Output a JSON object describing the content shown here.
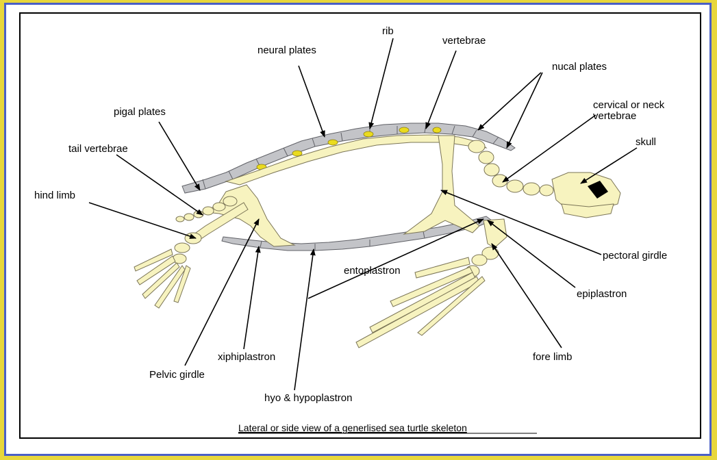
{
  "diagram": {
    "caption": "Lateral  or side view of a generlised sea turtle skeleton",
    "labels": {
      "rib": "rib",
      "vertebrae": "vertebrae",
      "neural_plates": "neural plates",
      "nucal_plates": "nucal plates",
      "pigal_plates": "pigal plates",
      "cervical_line1": "cervical or neck",
      "cervical_line2": "vertebrae",
      "tail_vertebrae": "tail vertebrae",
      "skull": "skull",
      "hind_limb": "hind limb",
      "pectoral_girdle": "pectoral girdle",
      "entoplastron": "entoplastron",
      "epiplastron": "epiplastron",
      "xiphiplastron": "xiphiplastron",
      "fore_limb": "fore limb",
      "pelvic_girdle": "Pelvic girdle",
      "hyo_hypoplastron": "hyo & hypoplastron"
    },
    "colors": {
      "bone": "#f7f3bf",
      "plate": "#c3c4c8",
      "joint": "#eadb1f",
      "outer_border": "#4a5fc7",
      "background": "#e8d73c"
    }
  }
}
